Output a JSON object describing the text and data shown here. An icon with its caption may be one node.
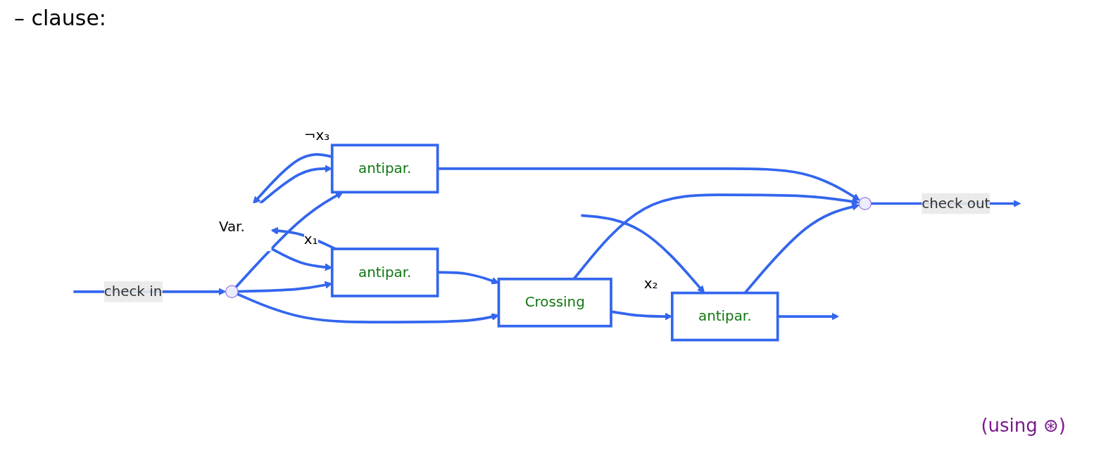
{
  "diagram": {
    "title": "– clause:",
    "nodes": [
      {
        "text": [
          "Var."
        ]
      },
      {
        "text": [
          "antipar."
        ],
        "beside": [
          "x₁"
        ]
      },
      {
        "text": [
          "Crossing"
        ]
      },
      {
        "text": [
          "antipar."
        ],
        "beside": [
          "x₂"
        ]
      },
      {
        "text": [
          "antipar."
        ],
        "beside": [
          "¬x₃"
        ]
      },
      {
        "text": [],
        "shape": "circle"
      },
      {
        "text": [],
        "shape": "circle"
      }
    ],
    "edges": [
      {
        "from": null,
        "to": 5,
        "arrow": "to",
        "label": "check in"
      },
      {
        "from": 5,
        "to": 1,
        "arrow": "to"
      },
      {
        "from": 5,
        "to": 2,
        "arrow": "to"
      },
      {
        "from": 5,
        "to": 4,
        "arrow": "to"
      },
      {
        "from": 1,
        "to": 2,
        "arrow": "to"
      },
      {
        "from": 2,
        "to": 3,
        "arrow": "to"
      },
      {
        "from": 3,
        "to": 6,
        "arrow": "to"
      },
      {
        "from": 2,
        "to": 6,
        "arrow": "to"
      },
      {
        "from": 4,
        "to": 6,
        "arrow": "to"
      },
      {
        "from": 6,
        "to": null,
        "arrow": "to",
        "label": "check out"
      },
      {
        "from": 0,
        "to": 1,
        "arrow": "to"
      },
      {
        "from": 1,
        "to": 0,
        "arrow": "to"
      },
      {
        "from": 3,
        "to": null,
        "arrow": "to"
      },
      {
        "from": null,
        "to": 3,
        "arrow": "to"
      },
      {
        "from": 4,
        "to": 0,
        "arrow": "to"
      },
      {
        "from": 0,
        "to": 4,
        "arrow": "to"
      }
    ],
    "labels": [
      "(using ⊛)"
    ]
  }
}
